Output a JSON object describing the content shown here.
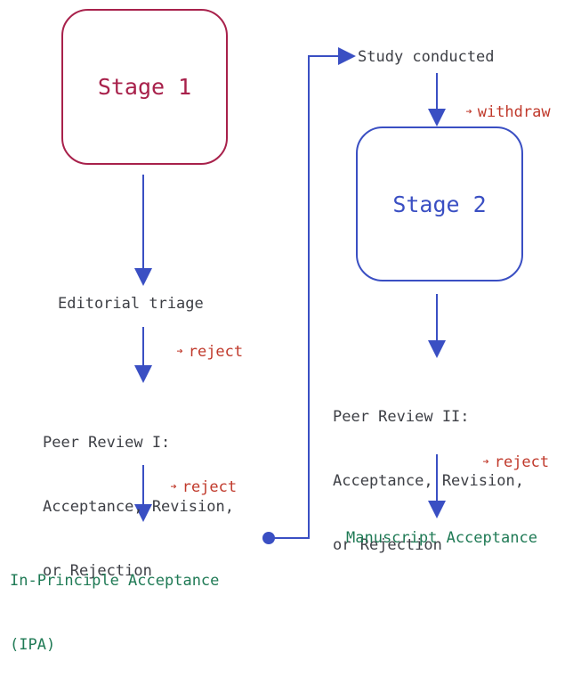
{
  "stages": {
    "stage1": "Stage 1",
    "stage2": "Stage 2"
  },
  "left_flow": {
    "triage": "Editorial triage",
    "reject1": "reject",
    "peer_review_1": [
      "Peer Review I:",
      "Acceptance, Revision,",
      "or Rejection"
    ],
    "reject2": "reject",
    "ipa": [
      "In-Principle Acceptance",
      "(IPA)"
    ]
  },
  "right_flow": {
    "study": "Study conducted",
    "withdraw": "withdraw",
    "peer_review_2": [
      "Peer Review II:",
      "Acceptance, Revision,",
      "or Rejection"
    ],
    "reject3": "reject",
    "manuscript": "Manuscript Acceptance"
  },
  "colors": {
    "blue": "#3a4fc3",
    "crimson": "#a8214b",
    "red": "#c0392b",
    "green": "#1f7a55"
  }
}
